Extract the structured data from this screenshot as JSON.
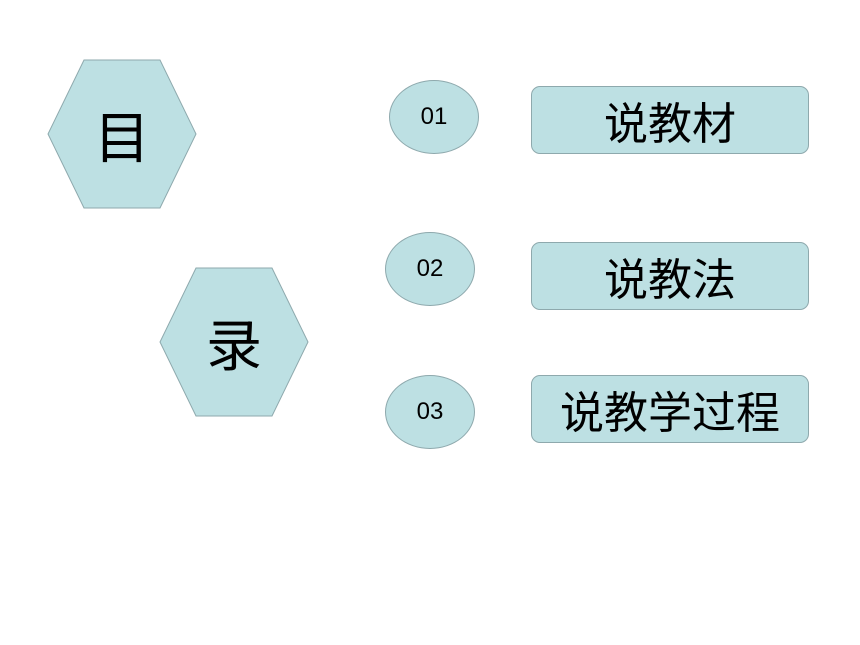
{
  "title": {
    "char1": "目",
    "char2": "录"
  },
  "items": [
    {
      "number": "01",
      "label": "说教材"
    },
    {
      "number": "02",
      "label": "说教法"
    },
    {
      "number": "03",
      "label": "说教学过程"
    }
  ],
  "colors": {
    "fill": "#bde0e3",
    "border": "#8ea9ad",
    "background": "#ffffff"
  }
}
